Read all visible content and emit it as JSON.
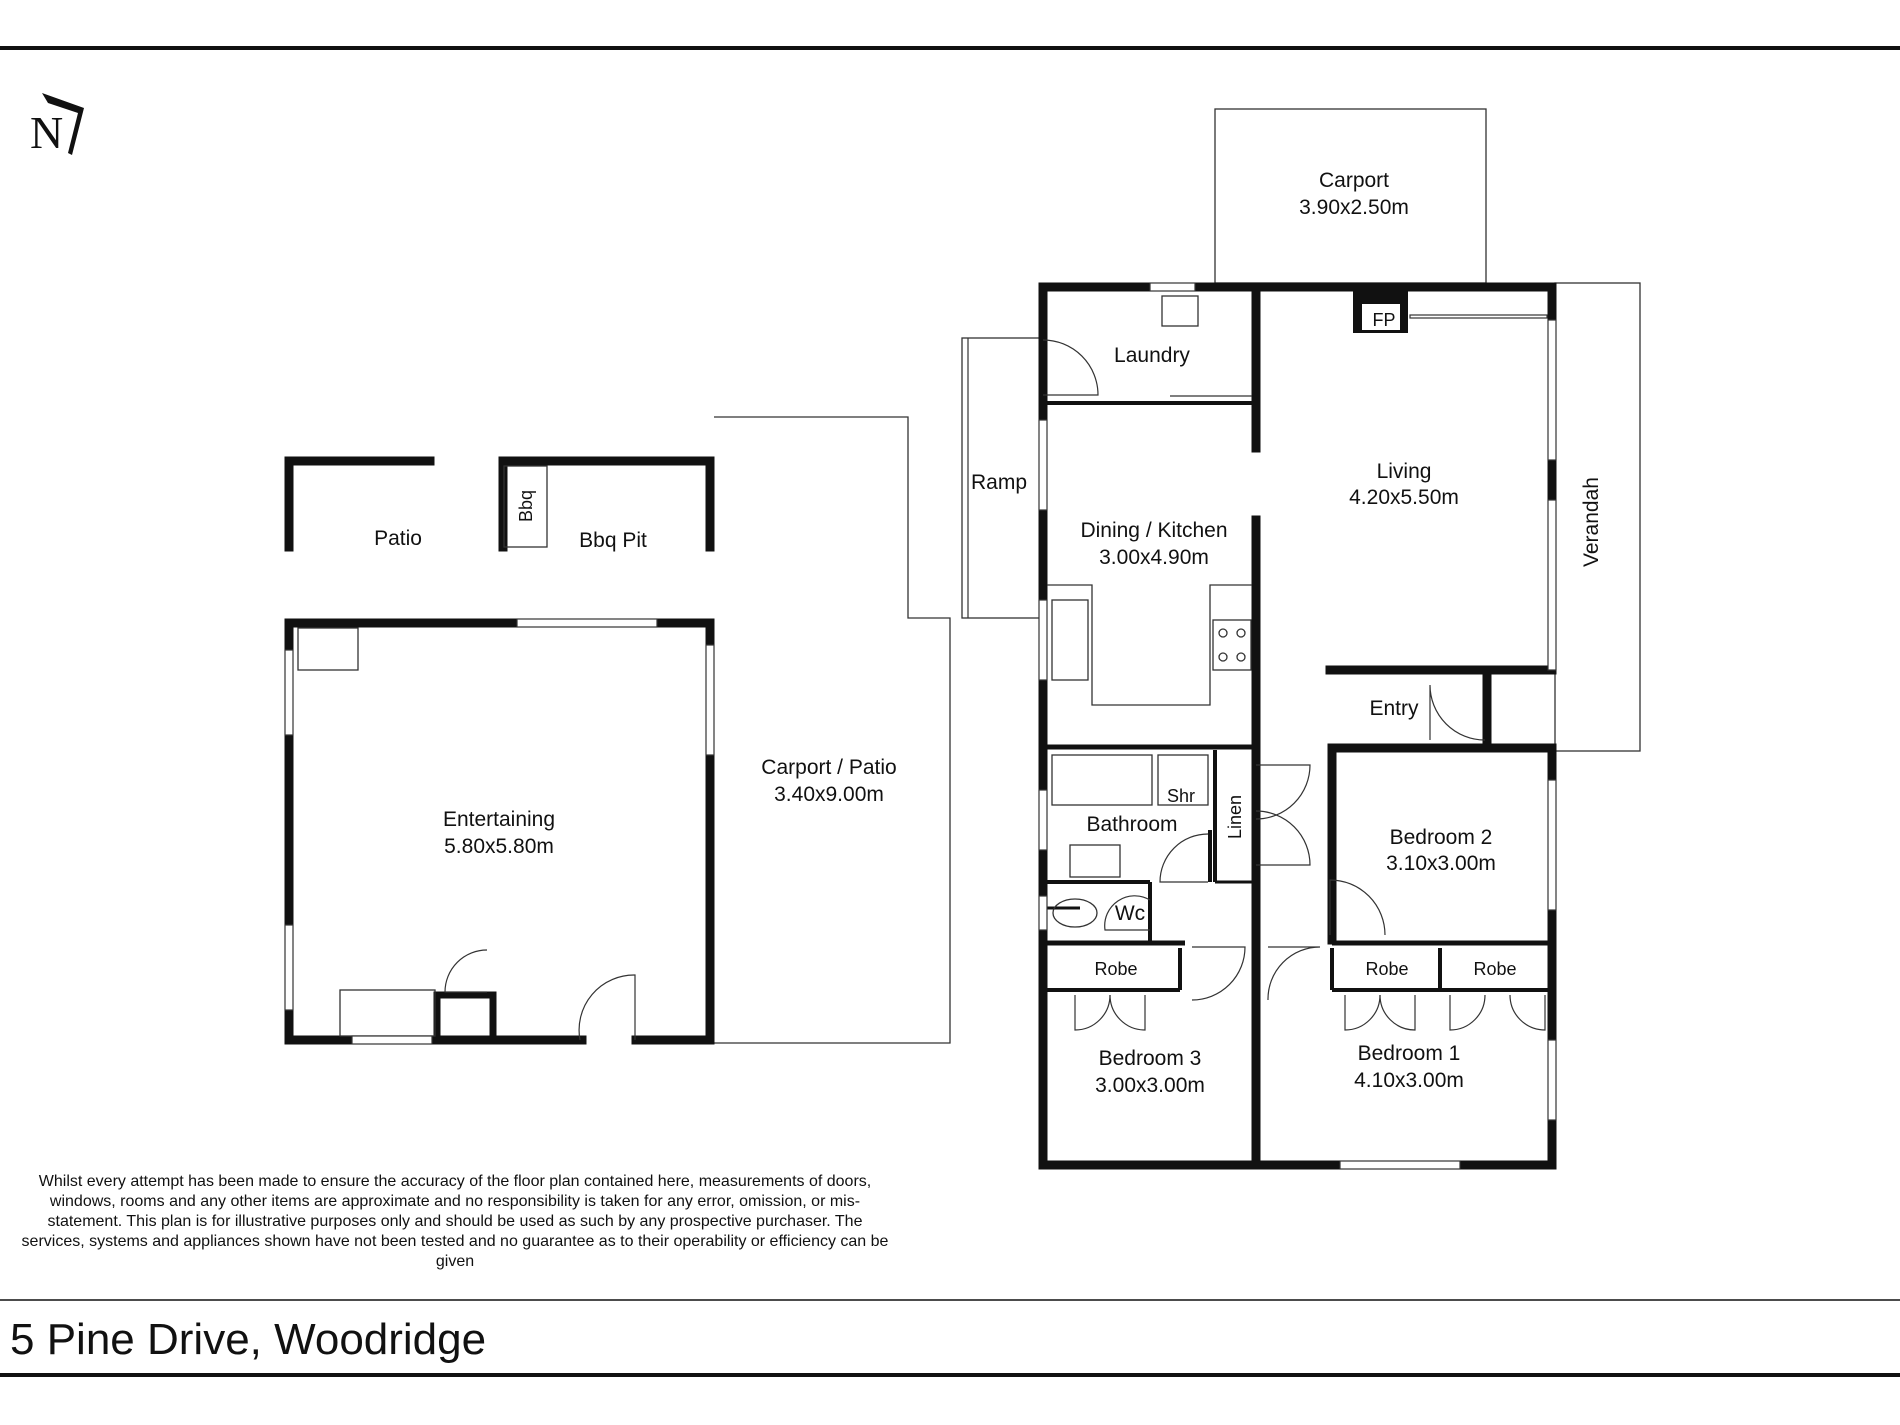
{
  "north": {
    "letter": "N",
    "icon": "north-arrow-icon"
  },
  "rooms": {
    "carport": {
      "name": "Carport",
      "dims": "3.90x2.50m"
    },
    "laundry": {
      "name": "Laundry"
    },
    "fireplace": {
      "name": "FP"
    },
    "living": {
      "name": "Living",
      "dims": "4.20x5.50m"
    },
    "verandah": {
      "name": "Verandah"
    },
    "ramp": {
      "name": "Ramp"
    },
    "dining_kitchen": {
      "name": "Dining / Kitchen",
      "dims": "3.00x4.90m"
    },
    "entry": {
      "name": "Entry"
    },
    "shower": {
      "name": "Shr"
    },
    "bathroom": {
      "name": "Bathroom"
    },
    "linen": {
      "name": "Linen"
    },
    "wc": {
      "name": "Wc"
    },
    "bedroom2": {
      "name": "Bedroom 2",
      "dims": "3.10x3.00m"
    },
    "robe_bed3": {
      "name": "Robe"
    },
    "robe_bed1_a": {
      "name": "Robe"
    },
    "robe_bed1_b": {
      "name": "Robe"
    },
    "bedroom3": {
      "name": "Bedroom 3",
      "dims": "3.00x3.00m"
    },
    "bedroom1": {
      "name": "Bedroom 1",
      "dims": "4.10x3.00m"
    },
    "patio": {
      "name": "Patio"
    },
    "bbq": {
      "name": "Bbq"
    },
    "bbq_pit": {
      "name": "Bbq Pit"
    },
    "carport_patio": {
      "name": "Carport / Patio",
      "dims": "3.40x9.00m"
    },
    "entertaining": {
      "name": "Entertaining",
      "dims": "5.80x5.80m"
    }
  },
  "disclaimer": "Whilst every attempt has been made to ensure the accuracy of the floor plan contained here, measurements of doors, windows, rooms and any other items are approximate and no responsibility is taken for any error, omission, or mis-statement. This plan is for illustrative purposes only and should be used as such by any prospective purchaser. The services, systems and appliances shown have not been tested and no guarantee as to their operability or efficiency can be given",
  "address": "5 Pine Drive, Woodridge"
}
